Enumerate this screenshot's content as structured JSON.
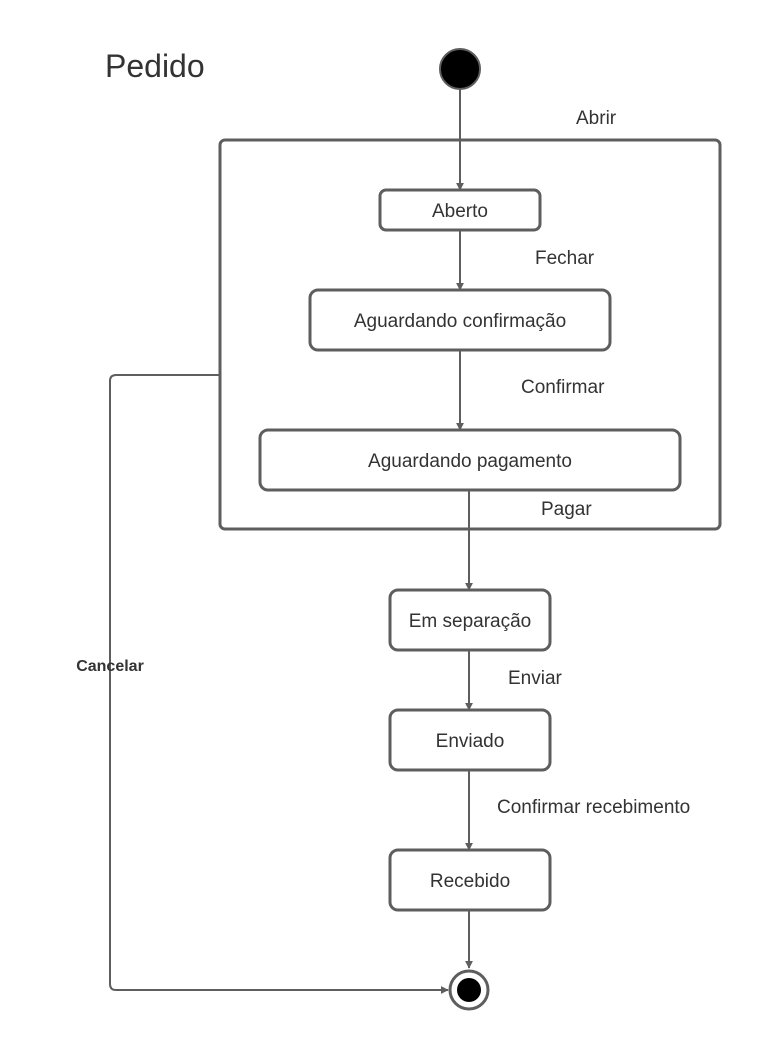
{
  "diagram": {
    "title": "Pedido",
    "states": {
      "aberto": "Aberto",
      "aguardando_confirmacao": "Aguardando confirmação",
      "aguardando_pagamento": "Aguardando pagamento",
      "em_separacao": "Em separação",
      "enviado": "Enviado",
      "recebido": "Recebido"
    },
    "transitions": {
      "abrir": "Abrir",
      "fechar": "Fechar",
      "confirmar": "Confirmar",
      "pagar": "Pagar",
      "enviar": "Enviar",
      "confirmar_recebimento": "Confirmar recebimento",
      "cancelar": "Cancelar"
    },
    "colors": {
      "stroke": "#5e5e5e",
      "text": "#333333",
      "node_fill": "#000000"
    }
  }
}
